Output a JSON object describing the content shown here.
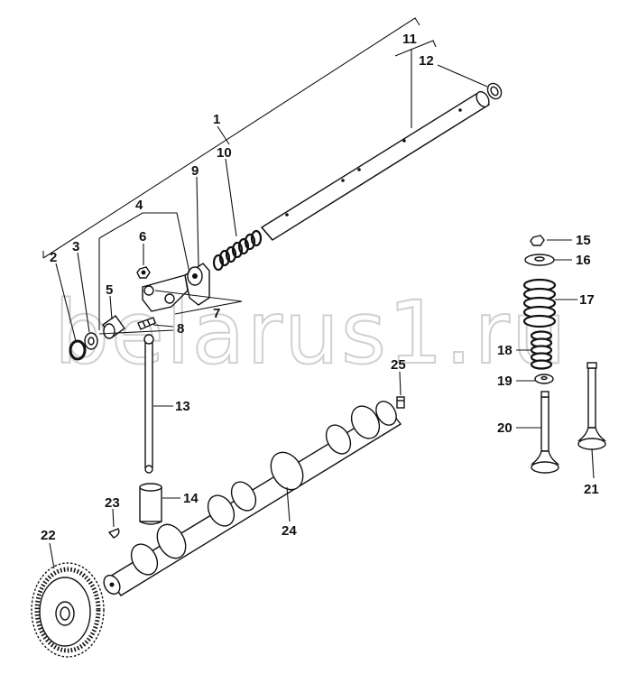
{
  "watermark": "belarus1.ru",
  "callouts": [
    {
      "id": "c1",
      "text": "1"
    },
    {
      "id": "c2",
      "text": "2"
    },
    {
      "id": "c3",
      "text": "3"
    },
    {
      "id": "c4",
      "text": "4"
    },
    {
      "id": "c5",
      "text": "5"
    },
    {
      "id": "c6",
      "text": "6"
    },
    {
      "id": "c7",
      "text": "7"
    },
    {
      "id": "c8",
      "text": "8"
    },
    {
      "id": "c9",
      "text": "9"
    },
    {
      "id": "c10",
      "text": "10"
    },
    {
      "id": "c11",
      "text": "11"
    },
    {
      "id": "c12",
      "text": "12"
    },
    {
      "id": "c13",
      "text": "13"
    },
    {
      "id": "c14",
      "text": "14"
    },
    {
      "id": "c15",
      "text": "15"
    },
    {
      "id": "c16",
      "text": "16"
    },
    {
      "id": "c17",
      "text": "17"
    },
    {
      "id": "c18",
      "text": "18"
    },
    {
      "id": "c19",
      "text": "19"
    },
    {
      "id": "c20",
      "text": "20"
    },
    {
      "id": "c21",
      "text": "21"
    },
    {
      "id": "c22",
      "text": "22"
    },
    {
      "id": "c23",
      "text": "23"
    },
    {
      "id": "c24",
      "text": "24"
    },
    {
      "id": "c25",
      "text": "25"
    }
  ]
}
